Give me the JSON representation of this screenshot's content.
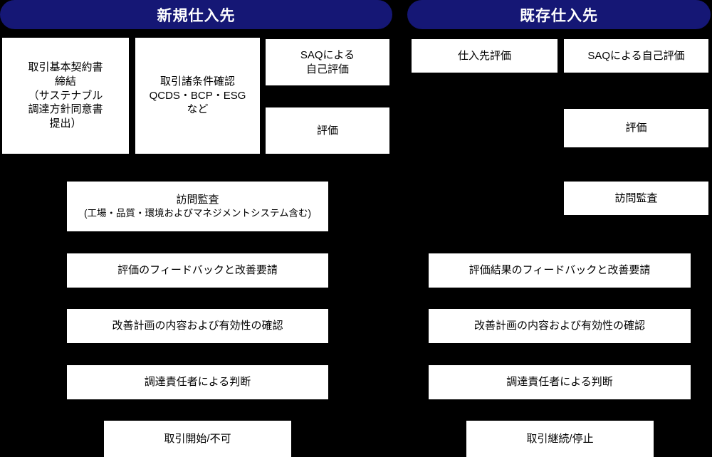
{
  "diagram": {
    "title_bars": {
      "new_suppliers": "新規仕入先",
      "existing_suppliers": "既存仕入先"
    },
    "colors": {
      "header_navy": "#151775",
      "background": "#000000",
      "node_fill": "#ffffff",
      "node_text": "#000000"
    },
    "new_supplier_flow": {
      "contract": {
        "line1": "取引基本契約書",
        "line2": "締結",
        "line3": "（サステナブル",
        "line4": "調達方針同意書",
        "line5": "提出）"
      },
      "terms": {
        "line1": "取引諸条件確認",
        "line2": "QCDS・BCP・ESG",
        "line3": "など"
      },
      "saq": {
        "line1": "SAQによる",
        "line2": "自己評価"
      },
      "evaluation": "評価",
      "audit": {
        "line1": "訪問監査",
        "line2": "(工場・品質・環境およびマネジメントシステム含む)"
      },
      "feedback": "評価のフィードバックと改善要請",
      "improvement_plan": "改善計画の内容および有効性の確認",
      "decision": "調達責任者による判断",
      "outcome": "取引開始/不可"
    },
    "existing_supplier_flow": {
      "supplier_evaluation": "仕入先評価",
      "saq": "SAQによる自己評価",
      "evaluation": "評価",
      "audit": "訪問監査",
      "feedback": "評価結果のフィードバックと改善要請",
      "improvement_plan": "改善計画の内容および有効性の確認",
      "decision": "調達責任者による判断",
      "outcome": "取引継続/停止"
    }
  }
}
